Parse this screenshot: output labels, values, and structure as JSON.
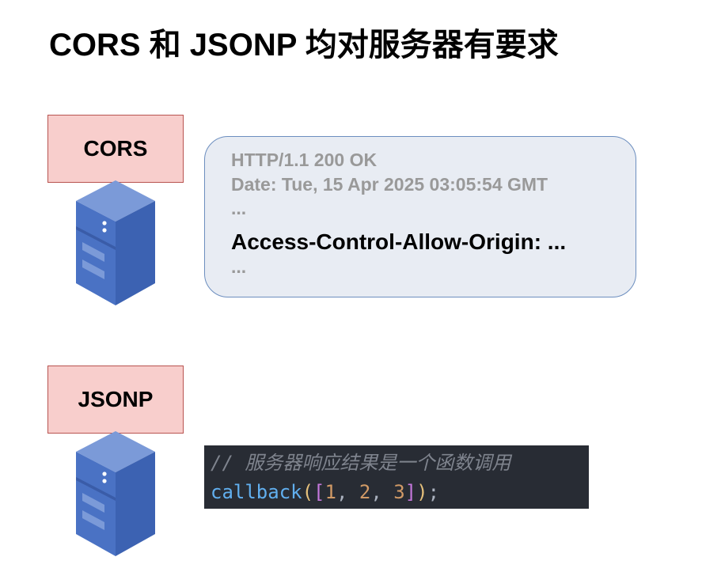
{
  "title": "CORS 和 JSONP 均对服务器有要求",
  "cors": {
    "label": "CORS",
    "response": {
      "status_line": "HTTP/1.1 200 OK",
      "date_line": "Date: Tue, 15 Apr 2025 03:05:54 GMT",
      "ellipsis_top": "...",
      "highlight_header": "Access-Control-Allow-Origin: ...",
      "ellipsis_bottom": "..."
    }
  },
  "jsonp": {
    "label": "JSONP",
    "code": {
      "comment": "// 服务器响应结果是一个函数调用",
      "fn": "callback",
      "open_paren": "(",
      "open_bracket": "[",
      "n1": "1",
      "comma1": ", ",
      "n2": "2",
      "comma2": ", ",
      "n3": "3",
      "close_bracket": "]",
      "close_paren": ")",
      "semicolon": ";"
    }
  },
  "colors": {
    "label_fill": "#f8cecc",
    "label_border": "#b85450",
    "card_fill": "#e8ecf3",
    "card_border": "#6c8ebf",
    "server_blue": "#4a72c4",
    "code_bg": "#282c34"
  },
  "icons": [
    "server-icon"
  ]
}
